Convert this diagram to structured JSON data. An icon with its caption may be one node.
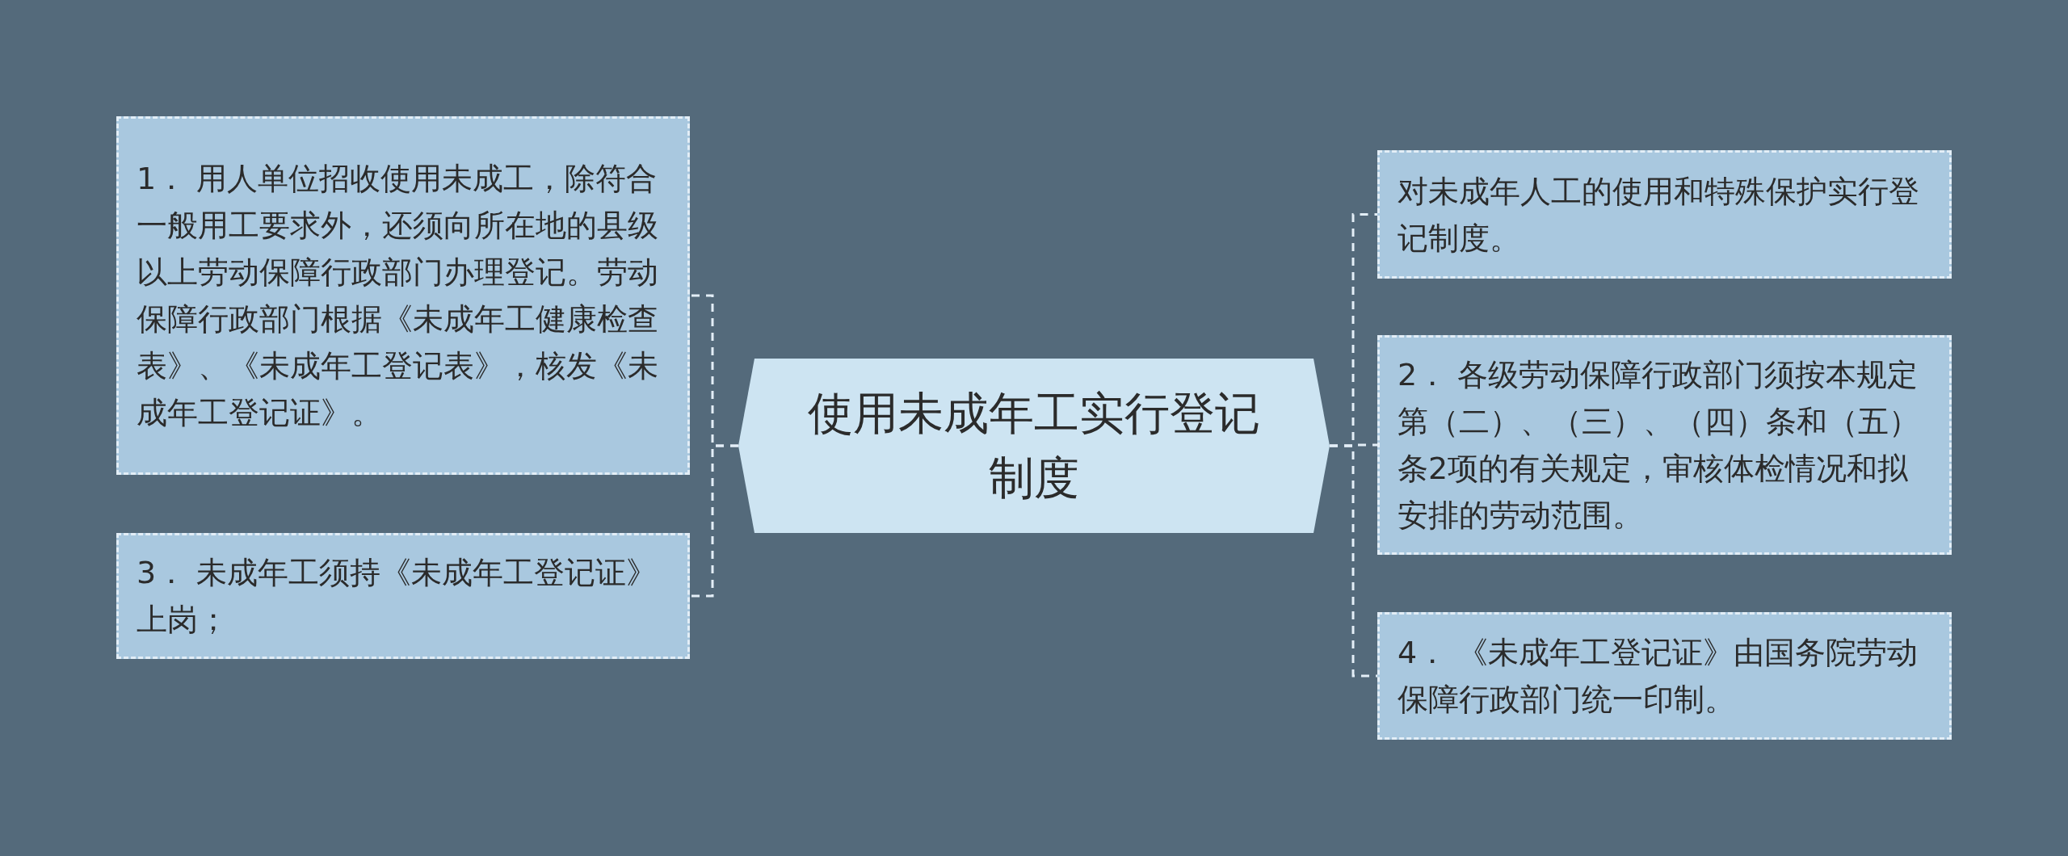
{
  "diagram": {
    "nodes": [
      {
        "text": [
          "使用未成年工实行登记制度"
        ]
      },
      {
        "text": [
          "1． 用人单位招收使用未成工，除符合一般用工要求外，还须向所在地的县级以上劳动保障行政部门办理登记。劳动保障行政部门根据《未成年工健康检查表》、《未成年工登记表》，核发《未成年工登记证》。"
        ]
      },
      {
        "text": [
          "3． 未成年工须持《未成年工登记证》上岗；"
        ]
      },
      {
        "text": [
          "对未成年人工的使用和特殊保护实行登记制度。"
        ]
      },
      {
        "text": [
          "2． 各级劳动保障行政部门须按本规定第（二）、（三）、（四）条和（五）条2项的有关规定，审核体检情况和拟安排的劳动范围。"
        ]
      },
      {
        "text": [
          "4． 《未成年工登记证》由国务院劳动保障行政部门统一印制。"
        ]
      }
    ],
    "edges": [
      {
        "from": 0,
        "to": 1,
        "arrow": "none",
        "style": "dashed"
      },
      {
        "from": 0,
        "to": 2,
        "arrow": "none",
        "style": "dashed"
      },
      {
        "from": 0,
        "to": 3,
        "arrow": "none",
        "style": "dashed"
      },
      {
        "from": 0,
        "to": 4,
        "arrow": "none",
        "style": "dashed"
      },
      {
        "from": 0,
        "to": 5,
        "arrow": "none",
        "style": "dashed"
      }
    ]
  }
}
